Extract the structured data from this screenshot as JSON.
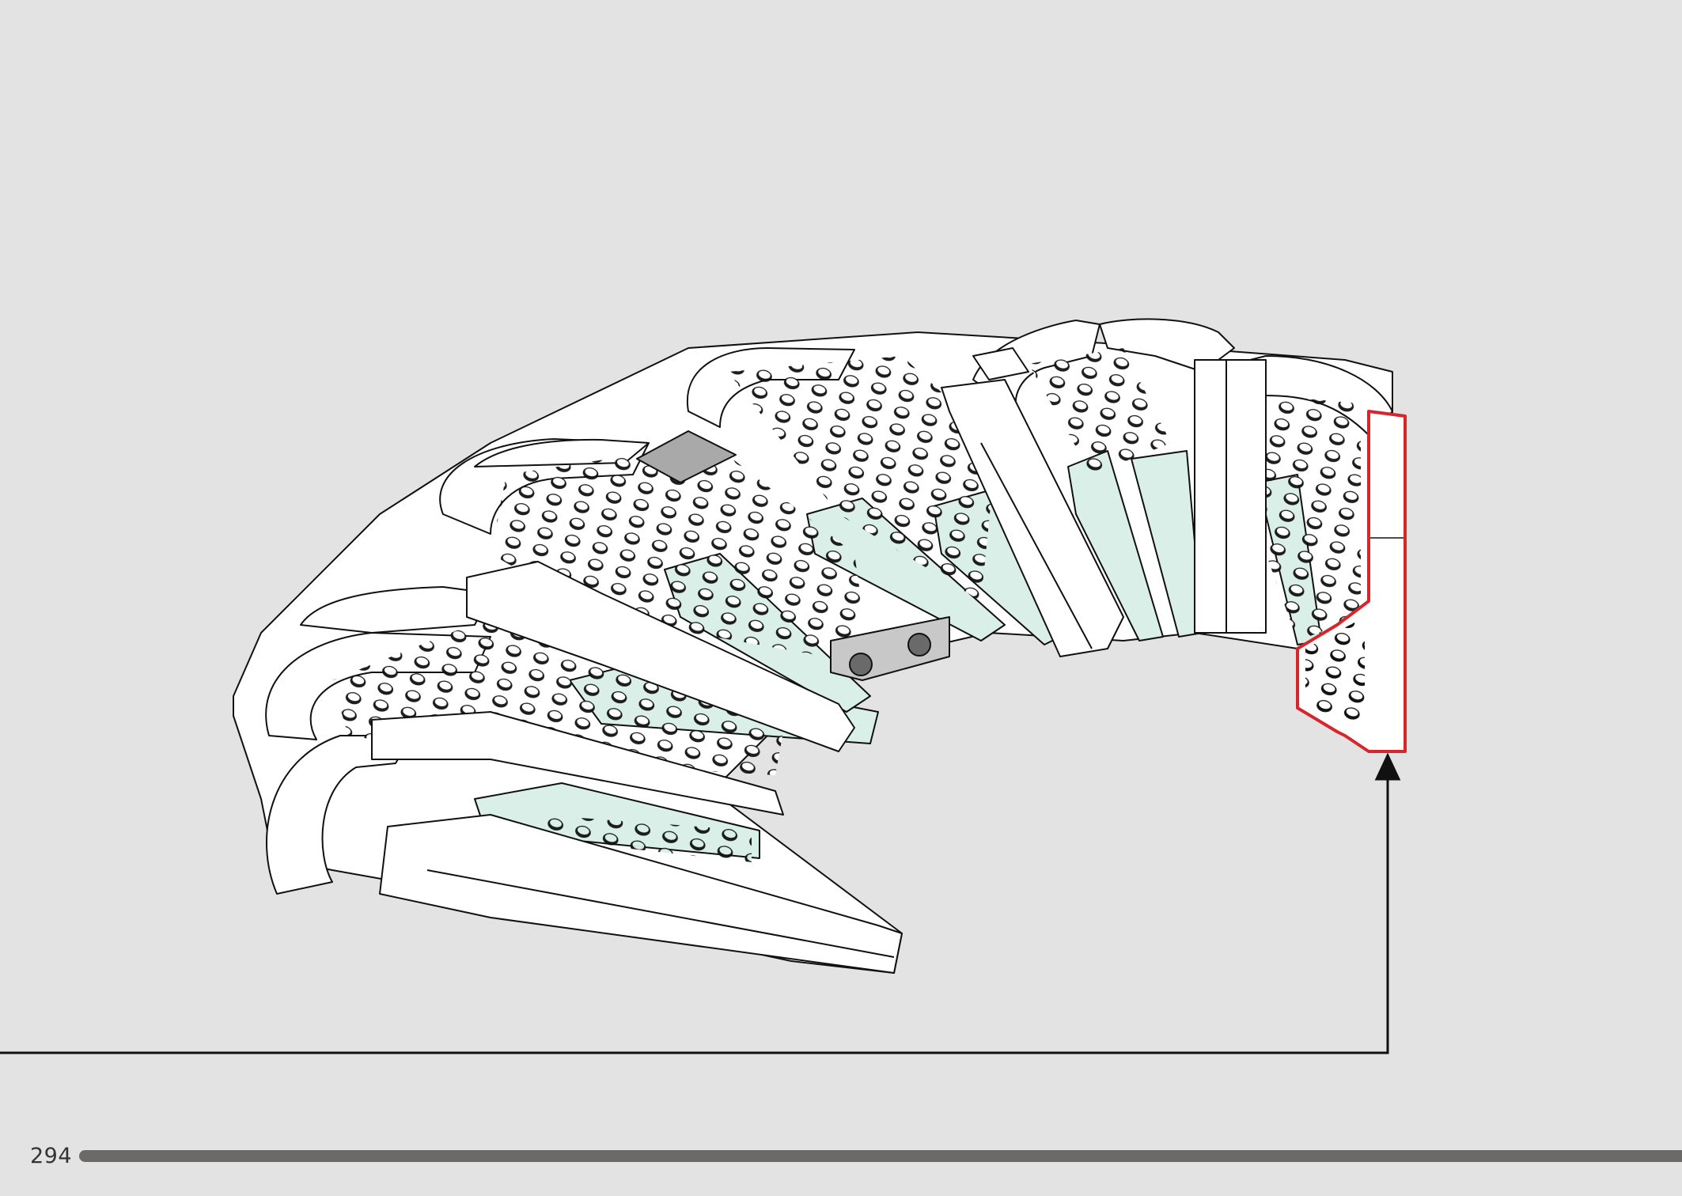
{
  "page": {
    "number": "294",
    "progress_fraction": 1.0
  },
  "illustration": {
    "subject": "assembled-wing-section",
    "highlight_color": "#d6262b",
    "brick_color": "#ffffff",
    "trans_color": "#d9efe8",
    "stud_color": "#111111",
    "background": "#e3e3e3",
    "arrow_color": "#111111"
  }
}
